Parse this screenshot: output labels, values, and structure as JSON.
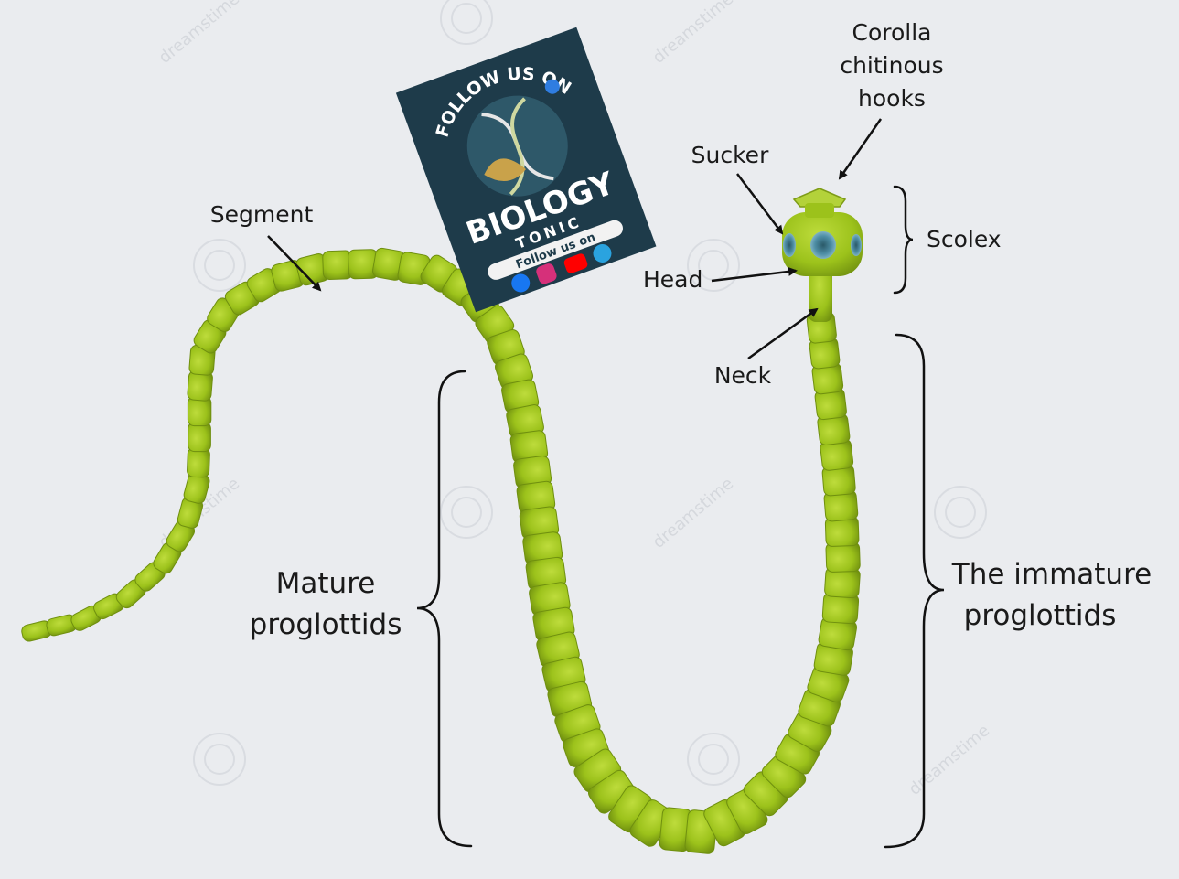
{
  "labels": {
    "corolla_line1": "Corolla",
    "corolla_line2": "chitinous",
    "corolla_line3": "hooks",
    "sucker": "Sucker",
    "scolex": "Scolex",
    "head": "Head",
    "neck": "Neck",
    "segment": "Segment",
    "mature_line1": "Mature",
    "mature_line2": "proglottids",
    "immature_line1": "The immature",
    "immature_line2": "proglottids"
  },
  "badge": {
    "follow_top": "FOLLOW US ON",
    "brand": "BIOLOGY",
    "sub": "TONIC",
    "follow_small": "Follow us on",
    "icons": [
      "facebook-icon",
      "instagram-icon",
      "youtube-icon",
      "telegram-icon"
    ]
  },
  "watermark": "dreamstime",
  "colors": {
    "worm": "#9cc21b",
    "worm_shade": "#6f8f0f",
    "sucker": "#4f8fa6",
    "badge_bg": "#1e3b4a"
  }
}
